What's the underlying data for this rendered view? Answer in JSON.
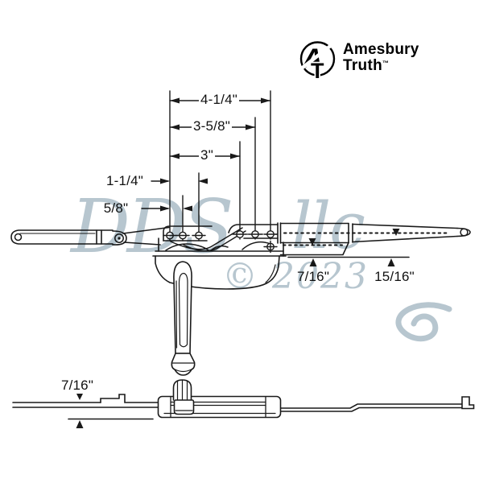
{
  "logo": {
    "brand_top": "Amesbury",
    "brand_bottom": "Truth",
    "trademark": "™",
    "monogram_a": "A",
    "monogram_t": "T"
  },
  "dimensions": {
    "width_4_quarter": "4-1/4\"",
    "width_3_5_8": "3-5/8\"",
    "width_3": "3\"",
    "width_1_quarter": "1-1/4\"",
    "width_5_8": "5/8\"",
    "offset_7_16_right": "7/16\"",
    "offset_15_16": "15/16\"",
    "offset_7_16_bottom": "7/16\""
  },
  "watermark": {
    "name": "DDS",
    "suffix": "llc",
    "year": "© 2023"
  },
  "colors": {
    "line": "#1a1a1a",
    "watermark": "#b7c6cf",
    "logo": "#000000",
    "background": "#ffffff"
  }
}
